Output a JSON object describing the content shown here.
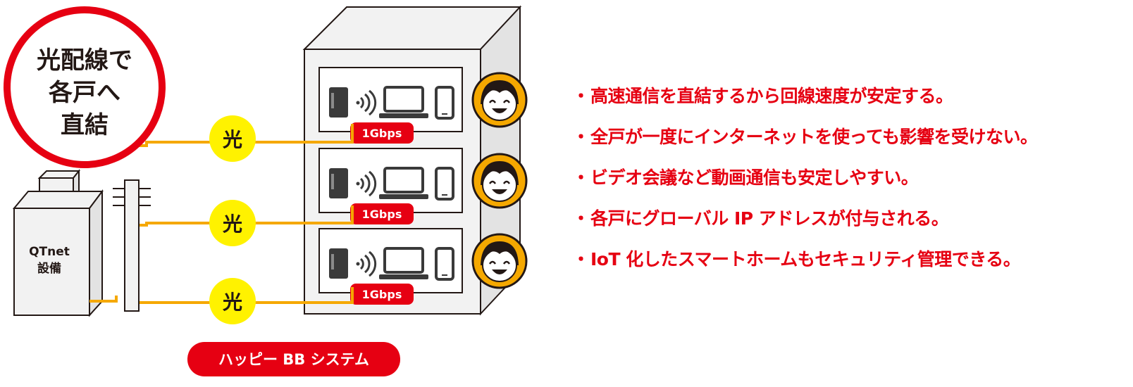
{
  "badge": {
    "lines": [
      "光配線で",
      "各戸へ",
      "直結"
    ]
  },
  "qtnet": {
    "lines": [
      "QTnet",
      "設備"
    ]
  },
  "hikari_label": "光",
  "speed_label": "1Gbps",
  "system_label": "ハッピー BB システム",
  "bullet_mark": "・",
  "bullets": [
    "高速通信を直結するから回線速度が安定する。",
    "全戸が一度にインターネットを使っても影響を受けない。",
    "ビデオ会議など動画通信も安定しやすい。",
    "各戸にグローバル IP アドレスが付与される。",
    "IoT 化したスマートホームもセキュリティ管理できる。"
  ],
  "colors": {
    "red": "#e60012",
    "yellow": "#fff200",
    "orange_line": "#f5a800",
    "building": "#f2f2f2",
    "outline": "#231815",
    "device": "#3a3a3a"
  }
}
